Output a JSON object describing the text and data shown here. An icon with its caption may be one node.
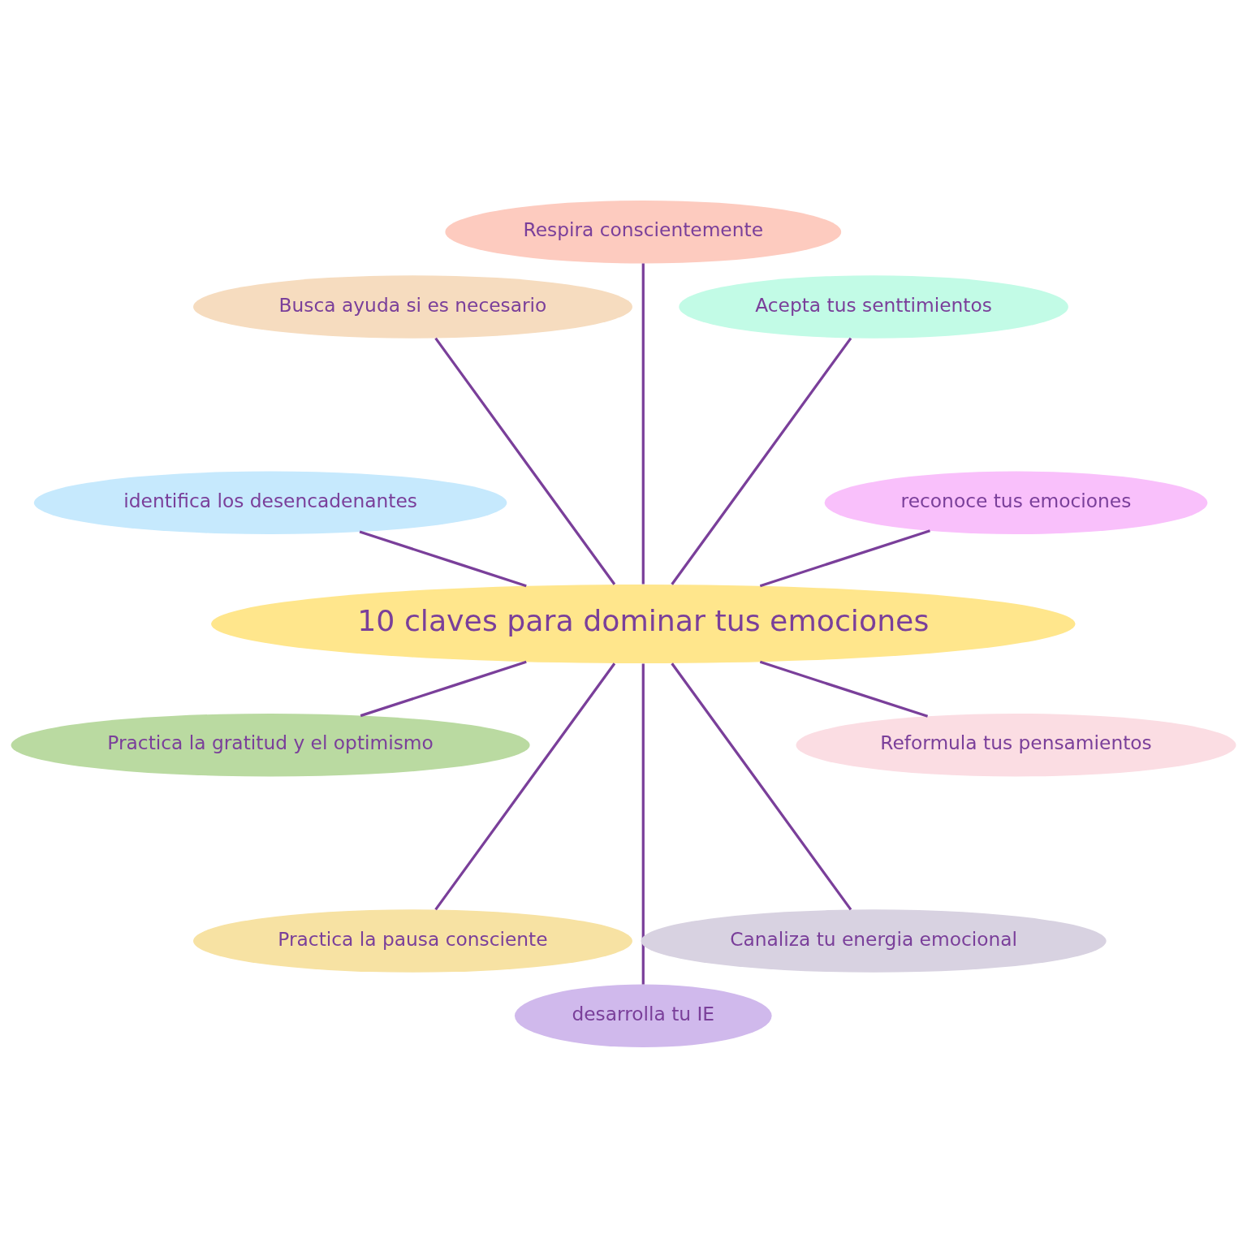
{
  "diagram": {
    "nodes": [
      {
        "text": [
          "10 claves para dominar tus emociones"
        ]
      },
      {
        "text": [
          "reconoce tus emociones"
        ]
      },
      {
        "text": [
          "Acepta tus senttimientos"
        ]
      },
      {
        "text": [
          "Respira conscientemente"
        ]
      },
      {
        "text": [
          "Busca ayuda si es necesario"
        ]
      },
      {
        "text": [
          "identifica los desencadenantes"
        ]
      },
      {
        "text": [
          "Practica la gratitud y el optimismo"
        ]
      },
      {
        "text": [
          "Practica la pausa consciente"
        ]
      },
      {
        "text": [
          "desarrolla tu IE"
        ]
      },
      {
        "text": [
          "Canaliza tu energia emocional"
        ]
      },
      {
        "text": [
          "Reformula tus pensamientos"
        ]
      }
    ],
    "edges": [
      {
        "from": 0,
        "to": 1,
        "arrow": "none"
      },
      {
        "from": 0,
        "to": 2,
        "arrow": "none"
      },
      {
        "from": 0,
        "to": 3,
        "arrow": "none"
      },
      {
        "from": 0,
        "to": 5,
        "arrow": "none"
      },
      {
        "from": 0,
        "to": 7,
        "arrow": "none"
      },
      {
        "from": 0,
        "to": 10,
        "arrow": "none"
      },
      {
        "from": 0,
        "to": 8,
        "arrow": "none"
      },
      {
        "from": 0,
        "to": 9,
        "arrow": "none"
      },
      {
        "from": 0,
        "to": 6,
        "arrow": "none"
      },
      {
        "from": 0,
        "to": 4,
        "arrow": "none"
      }
    ]
  }
}
